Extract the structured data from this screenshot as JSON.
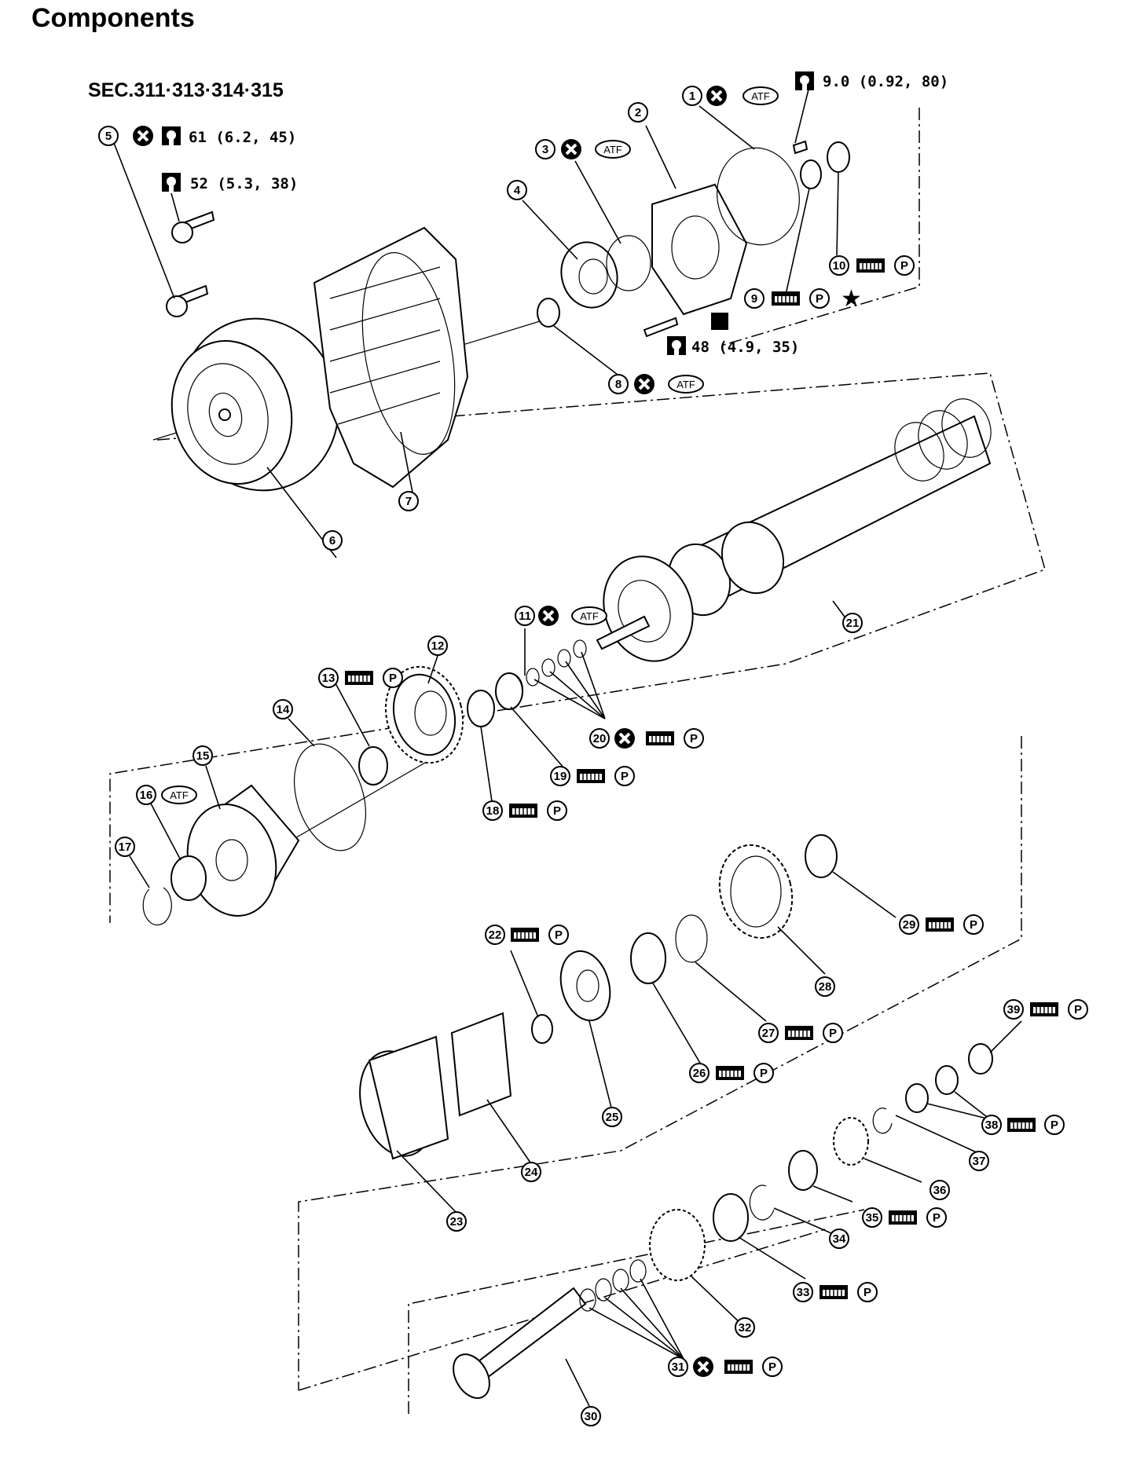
{
  "title": "Components",
  "section": "SEC.311·313·314·315",
  "symbols": {
    "atf": "ATF",
    "petroleum_jelly": "P"
  },
  "torques": {
    "t1": "9.0  (0.92,  80)",
    "t2": "61  (6.2,  45)",
    "t3": "52  (5.3,  38)",
    "t4": "48  (4.9,  35)"
  },
  "callouts": [
    "1",
    "2",
    "3",
    "4",
    "5",
    "6",
    "7",
    "8",
    "9",
    "10",
    "11",
    "12",
    "13",
    "14",
    "15",
    "16",
    "17",
    "18",
    "19",
    "20",
    "21",
    "22",
    "23",
    "24",
    "25",
    "26",
    "27",
    "28",
    "29",
    "30",
    "31",
    "32",
    "33",
    "34",
    "35",
    "36",
    "37",
    "38",
    "39"
  ]
}
